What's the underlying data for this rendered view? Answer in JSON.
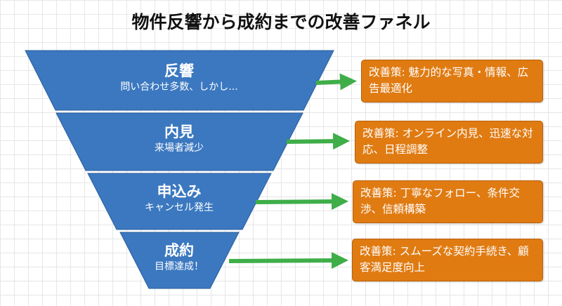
{
  "title": "物件反響から成約までの改善ファネル",
  "colors": {
    "funnel": "#3b78c0",
    "box": "#e07b12",
    "arrow": "#3fae49"
  },
  "stages": [
    {
      "name": "反響",
      "sub": "問い合わせ多数、しかし...",
      "improvement": "改善策: 魅力的な写真・情報、広告最適化"
    },
    {
      "name": "内見",
      "sub": "来場者減少",
      "improvement": "改善策: オンライン内見、迅速な対応、日程調整"
    },
    {
      "name": "申込み",
      "sub": "キャンセル発生",
      "improvement": "改善策: 丁寧なフォロー、条件交渉、信頼構築"
    },
    {
      "name": "成約",
      "sub": "目標達成！",
      "improvement": "改善策: スムーズな契約手続き、顧客満足度向上"
    }
  ]
}
